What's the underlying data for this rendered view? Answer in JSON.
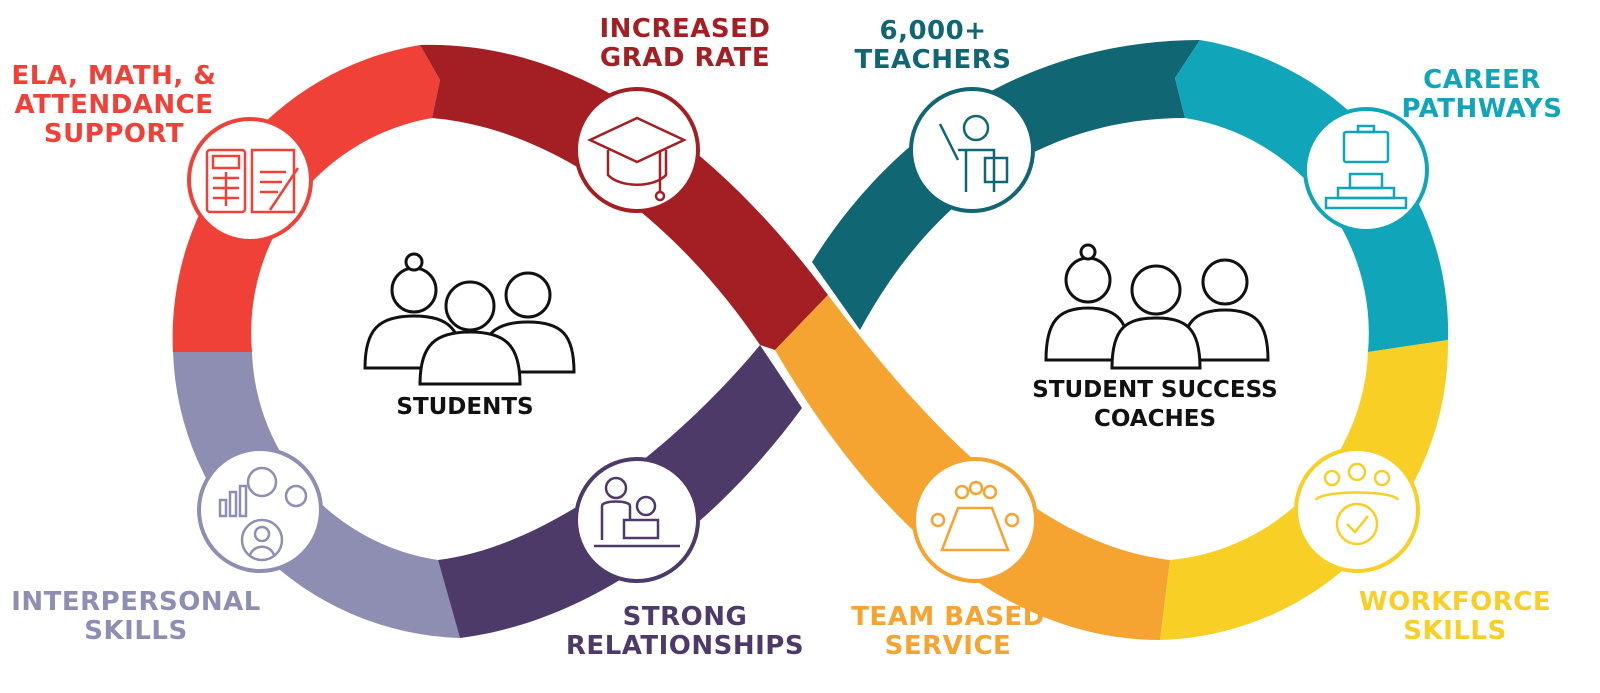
{
  "colors": {
    "red": "#EF4138",
    "dark_red": "#A41F24",
    "teal_dark": "#106672",
    "teal": "#10A5B8",
    "lavender": "#8E8EB3",
    "purple": "#4E3A68",
    "orange": "#F5A331",
    "yellow": "#F8CF24",
    "text_dark": "#111111"
  },
  "labels": {
    "ela": "ELA, MATH, &\nATTENDANCE\nSUPPORT",
    "grad": "INCREASED\nGRAD RATE",
    "teachers": "6,000+\nTEACHERS",
    "career": "CAREER\nPATHWAYS",
    "interpersonal": "INTERPERSONAL\nSKILLS",
    "relationships": "STRONG\nRELATIONSHIPS",
    "team": "TEAM BASED\nSERVICE",
    "workforce": "WORKFORCE\nSKILLS"
  },
  "center": {
    "students": "STUDENTS",
    "coaches": "STUDENT SUCCESS\nCOACHES"
  },
  "icons": {
    "ela": "calculator-document-icon",
    "grad": "graduation-cap-icon",
    "teachers": "teacher-icon",
    "career": "briefcase-podium-icon",
    "interpersonal": "person-gears-icon",
    "relationships": "mentor-reading-icon",
    "team": "meeting-table-icon",
    "workforce": "team-gear-icon",
    "students": "students-group-icon",
    "coaches": "coaches-group-icon"
  }
}
